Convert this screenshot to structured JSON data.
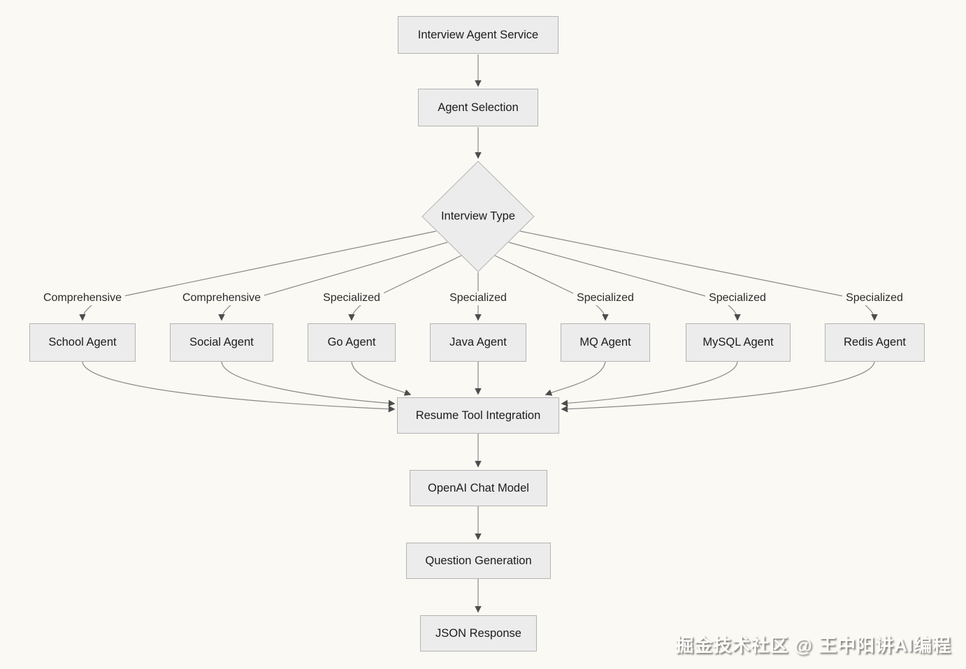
{
  "theme": {
    "background": "#FAF9F3",
    "node_fill": "#ECECEC",
    "node_border": "#B3B3B3",
    "edge_color": "#888888",
    "arrow_color": "#4D4D4D",
    "text_color": "#1C1C1C"
  },
  "flowchart": {
    "nodes": {
      "interview_agent_service": "Interview Agent Service",
      "agent_selection": "Agent Selection",
      "interview_type": "Interview Type",
      "school_agent": "School Agent",
      "social_agent": "Social Agent",
      "go_agent": "Go Agent",
      "java_agent": "Java Agent",
      "mq_agent": "MQ Agent",
      "mysql_agent": "MySQL Agent",
      "redis_agent": "Redis Agent",
      "resume_tool_integration": "Resume Tool Integration",
      "openai_chat_model": "OpenAI Chat Model",
      "question_generation": "Question Generation",
      "json_response": "JSON Response"
    },
    "edge_labels": {
      "school": "Comprehensive",
      "social": "Comprehensive",
      "go": "Specialized",
      "java": "Specialized",
      "mq": "Specialized",
      "mysql": "Specialized",
      "redis": "Specialized"
    },
    "edges": [
      {
        "from": "Interview Agent Service",
        "to": "Agent Selection"
      },
      {
        "from": "Agent Selection",
        "to": "Interview Type"
      },
      {
        "from": "Interview Type",
        "to": "School Agent",
        "label": "Comprehensive"
      },
      {
        "from": "Interview Type",
        "to": "Social Agent",
        "label": "Comprehensive"
      },
      {
        "from": "Interview Type",
        "to": "Go Agent",
        "label": "Specialized"
      },
      {
        "from": "Interview Type",
        "to": "Java Agent",
        "label": "Specialized"
      },
      {
        "from": "Interview Type",
        "to": "MQ Agent",
        "label": "Specialized"
      },
      {
        "from": "Interview Type",
        "to": "MySQL Agent",
        "label": "Specialized"
      },
      {
        "from": "Interview Type",
        "to": "Redis Agent",
        "label": "Specialized"
      },
      {
        "from": "School Agent",
        "to": "Resume Tool Integration"
      },
      {
        "from": "Social Agent",
        "to": "Resume Tool Integration"
      },
      {
        "from": "Go Agent",
        "to": "Resume Tool Integration"
      },
      {
        "from": "Java Agent",
        "to": "Resume Tool Integration"
      },
      {
        "from": "MQ Agent",
        "to": "Resume Tool Integration"
      },
      {
        "from": "MySQL Agent",
        "to": "Resume Tool Integration"
      },
      {
        "from": "Redis Agent",
        "to": "Resume Tool Integration"
      },
      {
        "from": "Resume Tool Integration",
        "to": "OpenAI Chat Model"
      },
      {
        "from": "OpenAI Chat Model",
        "to": "Question Generation"
      },
      {
        "from": "Question Generation",
        "to": "JSON Response"
      }
    ]
  },
  "watermark": "掘金技术社区 @ 王中阳讲AI编程"
}
